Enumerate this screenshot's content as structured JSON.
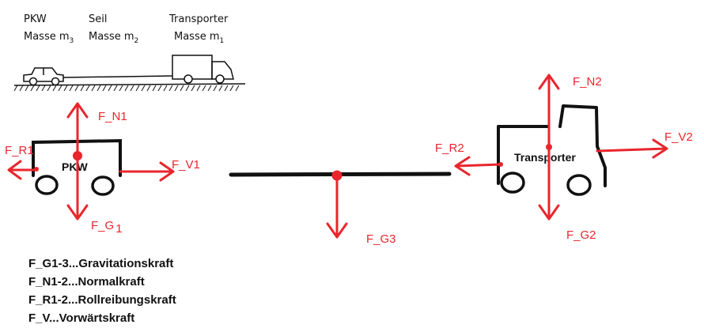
{
  "sketch": {
    "pkw_title": "PKW",
    "pkw_mass": "Masse m",
    "pkw_sub": "3",
    "seil_title": "Seil",
    "seil_mass": "Masse m",
    "seil_sub": "2",
    "transporter_title": "Transporter",
    "transporter_mass": "Masse m",
    "transporter_sub": "1"
  },
  "pkw": {
    "label": "PKW",
    "fn": "F_N1",
    "fr": "F_R1",
    "fv": "F_V1",
    "fg": "F_G",
    "fg_sub": "1"
  },
  "seil": {
    "fg": "F_G3"
  },
  "transporter": {
    "label": "Transporter",
    "fn": "F_N2",
    "fr": "F_R2",
    "fv": "F_V2",
    "fg": "F_G2"
  },
  "legend": [
    "F_G1-3...Gravitationskraft",
    "F_N1-2...Normalkraft",
    "F_R1-2...Rollreibungskraft",
    "F_V...Vorwärtskraft"
  ],
  "colors": {
    "force": "#e8262c",
    "ink": "#111111"
  }
}
